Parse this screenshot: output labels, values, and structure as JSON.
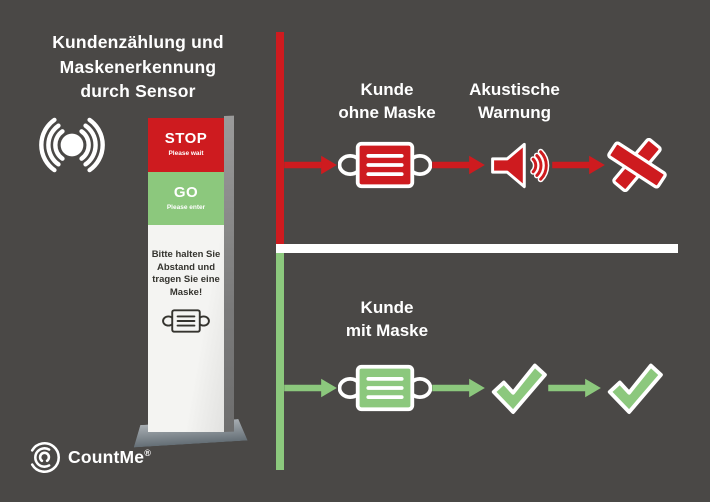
{
  "colors": {
    "background": "#4a4846",
    "red": "#ce1b1f",
    "green": "#8cc87d",
    "divider_white": "#ffffff",
    "kiosk_text": "#35342f",
    "text_white": "#ffffff"
  },
  "header": {
    "title_lines": [
      "Kundenzählung und",
      "Maskenerkennung",
      "durch Sensor"
    ]
  },
  "kiosk": {
    "stop_label": "STOP",
    "stop_sub": "Please wait",
    "go_label": "GO",
    "go_sub": "Please enter",
    "notice_lines": [
      "Bitte halten Sie",
      "Abstand und",
      "tragen Sie eine",
      "Maske!"
    ]
  },
  "flow_no_mask": {
    "label_lines": [
      "Kunde",
      "ohne Maske"
    ],
    "warning_lines": [
      "Akustische",
      "Warnung"
    ]
  },
  "flow_with_mask": {
    "label_lines": [
      "Kunde",
      "mit Maske"
    ]
  },
  "logo": {
    "name": "CountMe",
    "registered": "®"
  },
  "icons": {
    "sensor": "sensor-signal-icon",
    "mask_red": "mask-icon-red",
    "mask_green": "mask-icon-green",
    "mask_outline": "mask-outline-icon",
    "speaker": "speaker-warning-icon",
    "cross": "cross-icon",
    "check": "check-icon",
    "arrow": "arrow-right-icon",
    "logo_mark": "countme-logo-icon"
  }
}
